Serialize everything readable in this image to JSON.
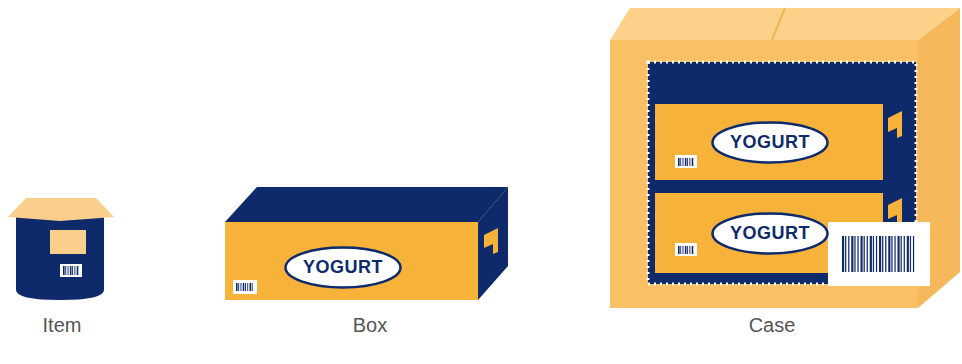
{
  "diagram": {
    "nodes": [
      {
        "text": [
          "YOGURT"
        ]
      },
      {
        "text": [
          "YOGURT"
        ]
      },
      {
        "text": [
          "YOGURT"
        ]
      }
    ],
    "labels": [
      "Item",
      "Box",
      "Case"
    ]
  }
}
